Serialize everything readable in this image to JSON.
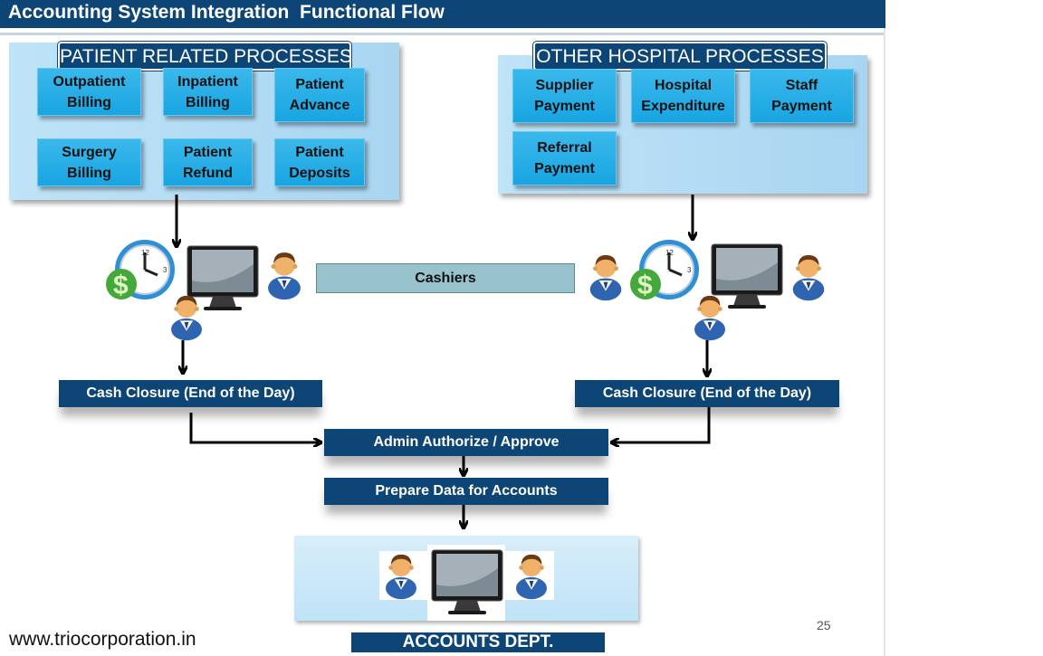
{
  "header": {
    "title": "Accounting System Integration  Functional Flow"
  },
  "patient_panel": {
    "title": "PATIENT RELATED PROCESSES",
    "items": [
      "Outpatient\nBilling",
      "Inpatient\nBilling",
      "Patient\nAdvance",
      "Surgery\nBilling",
      "Patient\nRefund",
      "Patient\nDeposits"
    ]
  },
  "hospital_panel": {
    "title": "OTHER HOSPITAL PROCESSES",
    "items": [
      "Supplier\nPayment",
      "Hospital\nExpenditure",
      "Staff\nPayment",
      "Referral\nPayment"
    ]
  },
  "cashiers_label": "Cashiers",
  "cash_closure_left": "Cash Closure (End of the Day)",
  "cash_closure_right": "Cash Closure (End of the Day)",
  "admin_label": "Admin Authorize / Approve",
  "prepare_label": "Prepare Data for Accounts",
  "accounts_label": "ACCOUNTS DEPT.",
  "footer": {
    "url": "www.triocorporation.in",
    "page": "25"
  },
  "colors": {
    "navy": "#0e4577",
    "tile": "#18a5e2",
    "panel": "#bfe3f7",
    "cashier_bar": "#99c3cc"
  },
  "icons": [
    "clock-dollar-icon",
    "monitor-icon",
    "user-icon",
    "arrow-down-icon"
  ]
}
